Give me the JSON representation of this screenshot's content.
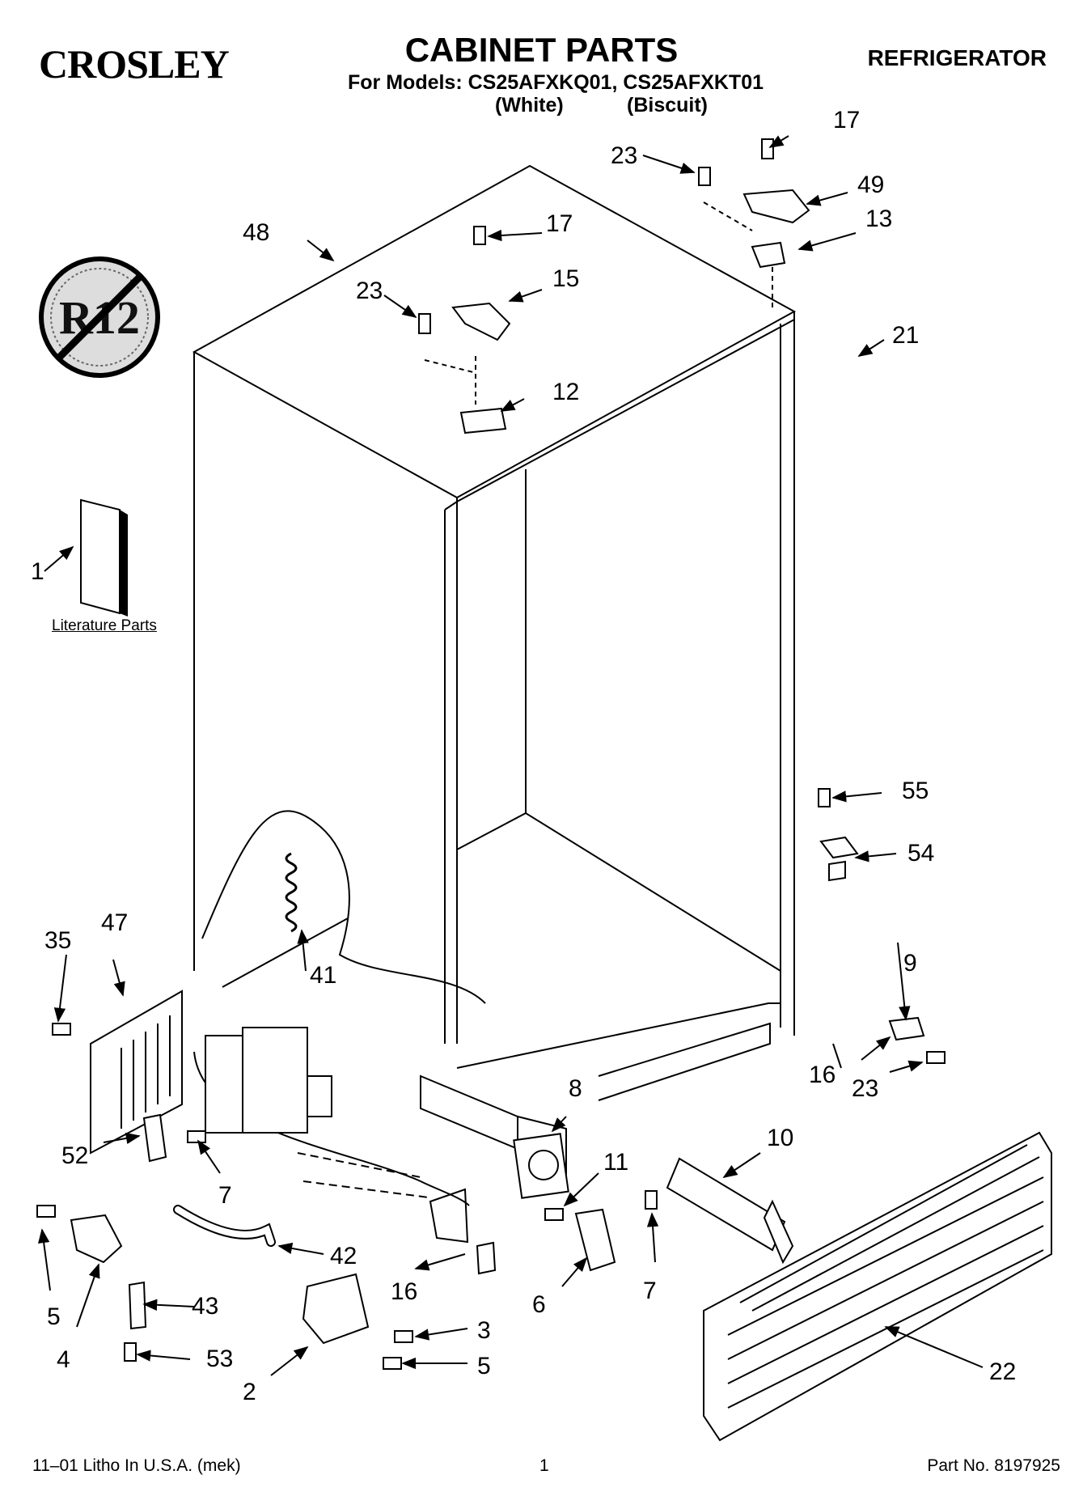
{
  "header": {
    "brand": "CROSLEY",
    "title": "CABINET PARTS",
    "models_line": "For Models: CS25AFXKQ01, CS25AFXKT01",
    "variant_white": "(White)",
    "variant_biscuit": "(Biscuit)",
    "category": "REFRIGERATOR"
  },
  "badge": {
    "text": "R12"
  },
  "literature_label": "Literature Parts",
  "callouts": {
    "c1": "1",
    "c2": "2",
    "c3": "3",
    "c4": "4",
    "c5a": "5",
    "c5b": "5",
    "c6": "6",
    "c7a": "7",
    "c7b": "7",
    "c8": "8",
    "c9": "9",
    "c10": "10",
    "c11": "11",
    "c12": "12",
    "c13": "13",
    "c15": "15",
    "c16a": "16",
    "c16b": "16",
    "c17a": "17",
    "c17b": "17",
    "c21": "21",
    "c22": "22",
    "c23a": "23",
    "c23b": "23",
    "c23c": "23",
    "c35": "35",
    "c41": "41",
    "c42": "42",
    "c43": "43",
    "c47": "47",
    "c48": "48",
    "c49": "49",
    "c52": "52",
    "c53": "53",
    "c54": "54",
    "c55": "55"
  },
  "footer": {
    "litho": "11–01 Litho In U.S.A. (mek)",
    "page": "1",
    "part_no": "Part No. 8197925"
  }
}
